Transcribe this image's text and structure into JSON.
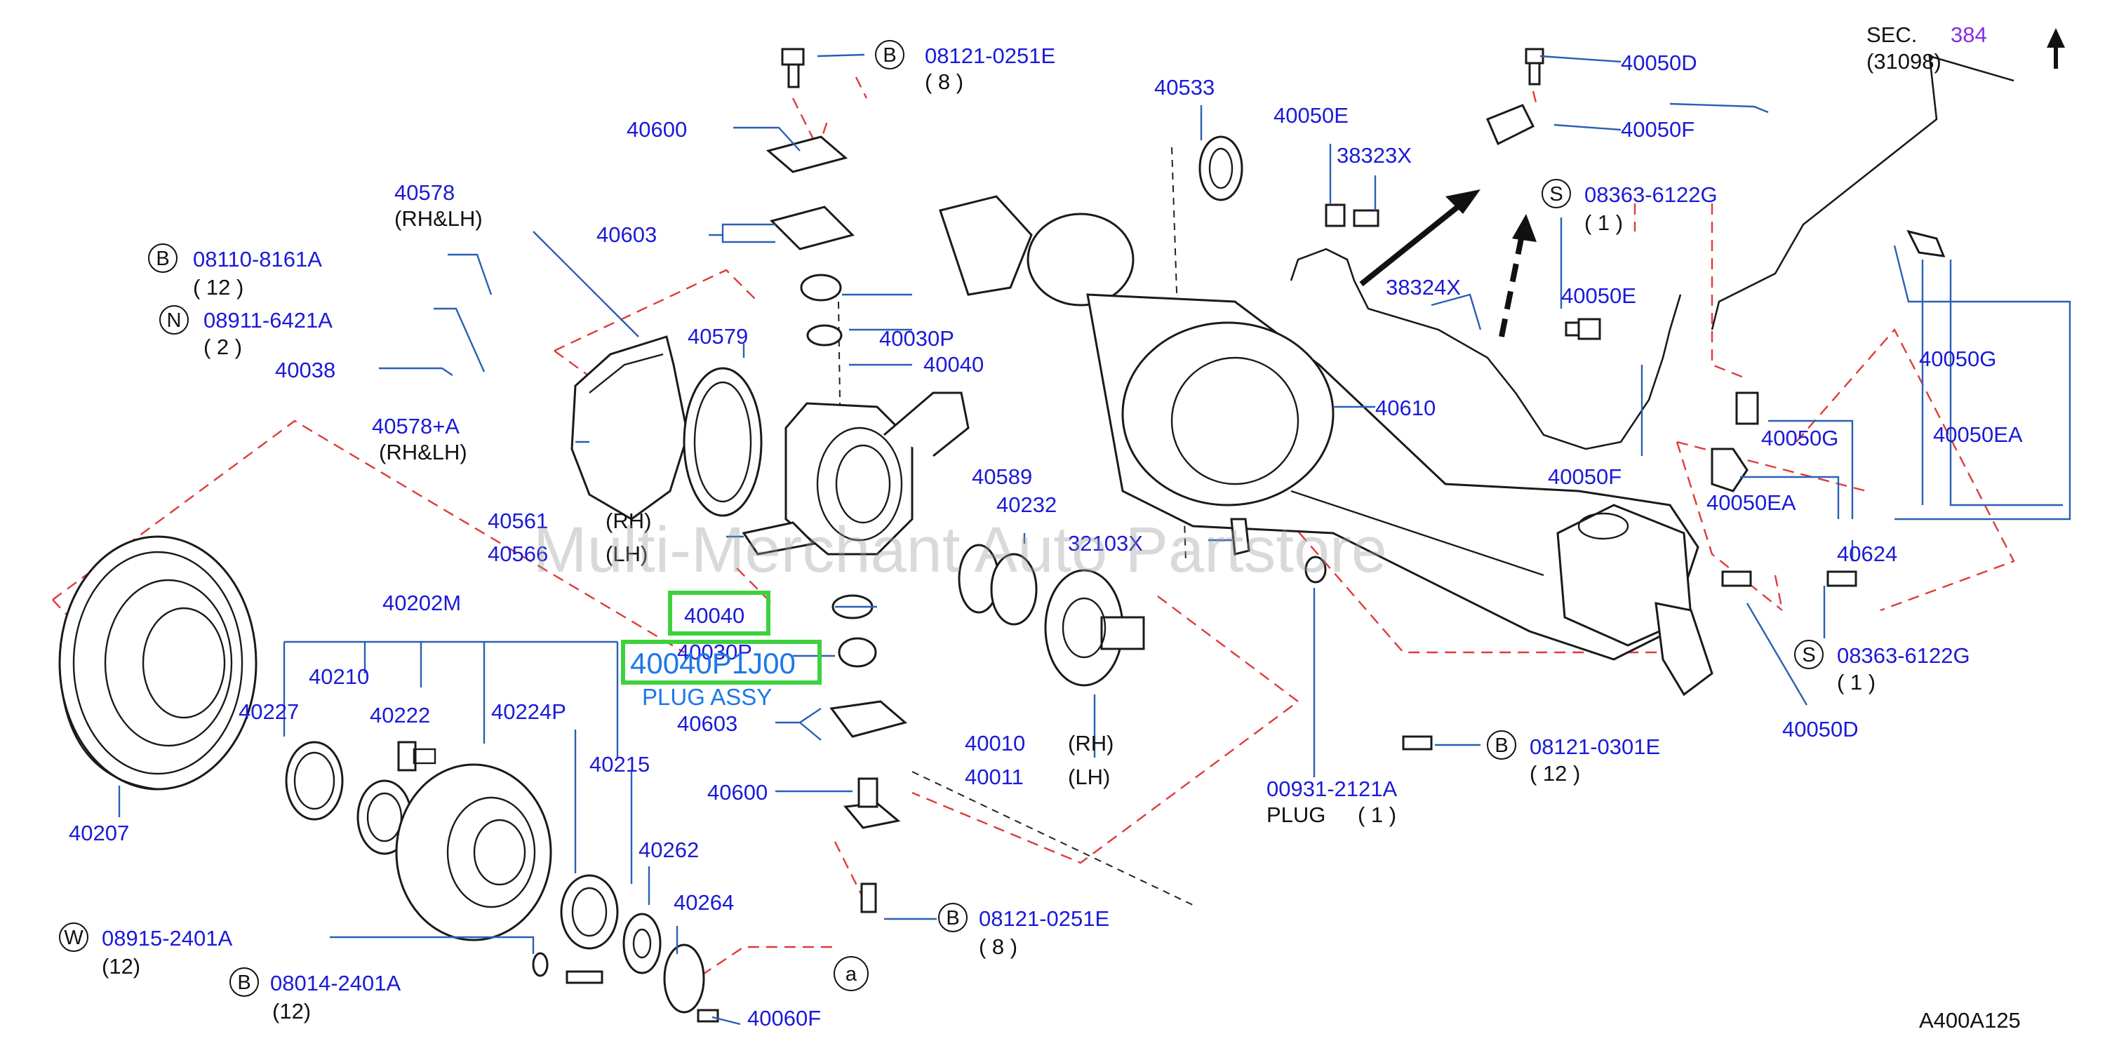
{
  "watermark": "Multi-Merchant Auto Partstore",
  "highlight": {
    "code": "40040",
    "popup_part": "40040P1J00",
    "popup_name": "PLUG ASSY"
  },
  "section_ref": {
    "prefix": "SEC.",
    "number": "384",
    "sub": "(31098)"
  },
  "diagram_code": "A400A125",
  "symbols": {
    "B": "B",
    "N": "N",
    "S": "S",
    "W": "W",
    "a": "a"
  },
  "labels": {
    "p08121_0251E_top": "08121-0251E",
    "q8_top": "( 8 )",
    "p40600_top": "40600",
    "p40603_top": "40603",
    "p40578": "40578",
    "rhlh1": "(RH&LH)",
    "p08110": "08110-8161A",
    "q12a": "( 12 )",
    "p08911": "08911-6421A",
    "q2": "( 2 )",
    "p40038": "40038",
    "p40579": "40579",
    "p40578A": "40578+A",
    "rhlh2": "(RH&LH)",
    "p40030P_top": "40030P",
    "p40040_top": "40040",
    "p40533": "40533",
    "p40050E_top": "40050E",
    "p38323X": "38323X",
    "p38324X": "38324X",
    "p40050D_top": "40050D",
    "p40050F_top": "40050F",
    "p08363_top": "08363-6122G",
    "q1a": "( 1 )",
    "p40050E_mid": "40050E",
    "p40610": "40610",
    "p40050G_r": "40050G",
    "p40050EA_r": "40050EA",
    "p40050G_l": "40050G",
    "p40050EA_l": "40050EA",
    "p40050F_bot": "40050F",
    "p40624": "40624",
    "p08363_bot": "08363-6122G",
    "q1b": "( 1 )",
    "p40050D_bot": "40050D",
    "p40561": "40561",
    "rh1": "(RH)",
    "p40566": "40566",
    "lh1": "(LH)",
    "p40589": "40589",
    "p40232": "40232",
    "p32103X": "32103X",
    "p40202M": "40202M",
    "p40040_mid": "40040",
    "p40030P_mid": "40030P",
    "p40210": "40210",
    "p40227": "40227",
    "p40222": "40222",
    "p40224P": "40224P",
    "p40215": "40215",
    "p40603_bot": "40603",
    "p40010": "40010",
    "rh2": "(RH)",
    "p40011": "40011",
    "lh2": "(LH)",
    "p08121_0301E": "08121-0301E",
    "q12b": "( 12 )",
    "p00931": "00931-2121A",
    "plug": "PLUG",
    "q1c": "( 1 )",
    "p40600_bot": "40600",
    "p40207": "40207",
    "p40262": "40262",
    "p40264": "40264",
    "p08121_0251E_bot": "08121-0251E",
    "q8_bot": "( 8 )",
    "p08915": "08915-2401A",
    "q12c": "(12)",
    "p08014": "08014-2401A",
    "q12d": "(12)",
    "p40060F": "40060F"
  },
  "colors": {
    "label": "#1a1ad8",
    "leader": "#2a5fb5",
    "dashed_guide": "#e03a3a",
    "highlight_box": "#3ed13e",
    "popup_text": "#1e78e6",
    "section_number": "#8a2be2"
  }
}
